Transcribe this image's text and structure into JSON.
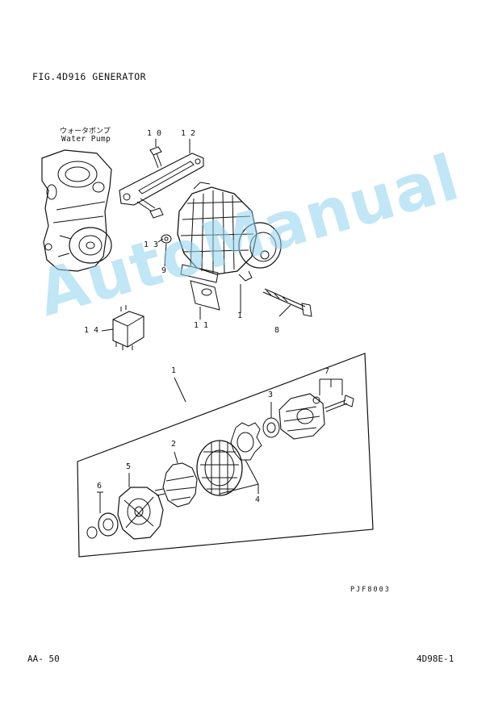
{
  "header": {
    "figure_title": "FIG.4D916  GENERATOR"
  },
  "water_pump": {
    "label_jp": "ウォータポンプ",
    "label_en": "Water Pump"
  },
  "callouts": {
    "c1a": "1",
    "c1b": "1",
    "c2": "2",
    "c3": "3",
    "c4": "4",
    "c5": "5",
    "c6": "6",
    "c7": "7",
    "c8": "8",
    "c9": "9",
    "c10": "1 0",
    "c11": "1 1",
    "c12": "1 2",
    "c13": "1 3",
    "c14": "1 4"
  },
  "drawing_code": "PJF8003",
  "footer": {
    "left": "AA-  50",
    "right": "4D98E-1"
  },
  "watermark": "AutoManual",
  "colors": {
    "watermark": "#8fd3f0",
    "ink": "#111111"
  }
}
